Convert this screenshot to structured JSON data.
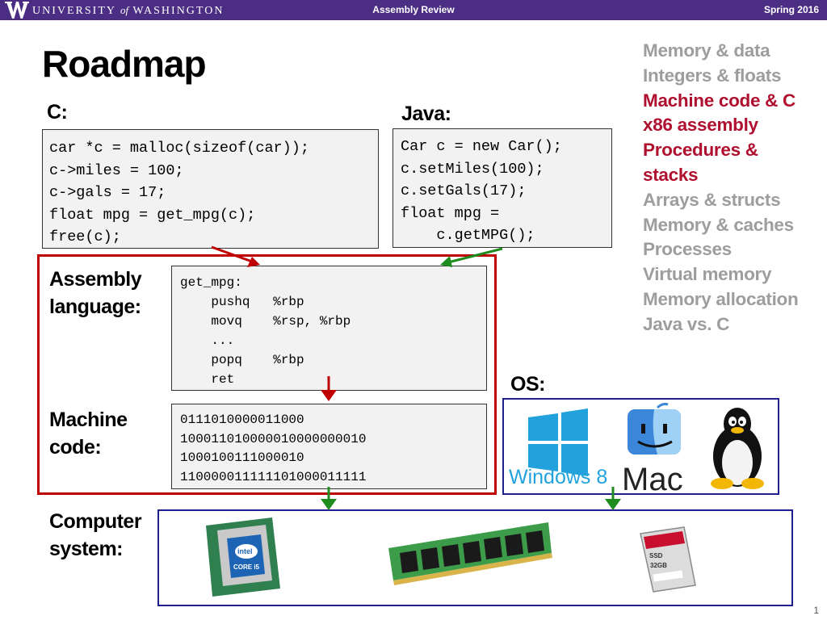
{
  "header": {
    "university_main": "UNIVERSITY",
    "university_of": "of",
    "university_last": "WASHINGTON",
    "course": "Assembly Review",
    "term": "Spring 2016"
  },
  "title": "Roadmap",
  "topics": [
    {
      "label": "Memory & data",
      "active": false
    },
    {
      "label": "Integers & floats",
      "active": false
    },
    {
      "label": "Machine code & C",
      "active": true
    },
    {
      "label": "x86 assembly",
      "active": true
    },
    {
      "label": "Procedures &",
      "active": true
    },
    {
      "label": "stacks",
      "active": true
    },
    {
      "label": "Arrays & structs",
      "active": false
    },
    {
      "label": "Memory & caches",
      "active": false
    },
    {
      "label": "Processes",
      "active": false
    },
    {
      "label": "Virtual memory",
      "active": false
    },
    {
      "label": "Memory allocation",
      "active": false
    },
    {
      "label": "Java vs. C",
      "active": false
    }
  ],
  "labels": {
    "c": "C:",
    "java": "Java:",
    "assembly_1": "Assembly",
    "assembly_2": "language:",
    "machine_1": "Machine",
    "machine_2": "code:",
    "os": "OS:",
    "computer_1": "Computer",
    "computer_2": "system:"
  },
  "code": {
    "c": [
      "car *c = malloc(sizeof(car));",
      "c->miles = 100;",
      "c->gals = 17;",
      "float mpg = get_mpg(c);",
      "free(c);"
    ],
    "java": [
      "Car c = new Car();",
      "c.setMiles(100);",
      "c.setGals(17);",
      "float mpg =",
      "    c.getMPG();"
    ],
    "assembly": [
      "get_mpg:",
      "    pushq   %rbp",
      "    movq    %rsp, %rbp",
      "    ...",
      "    popq    %rbp",
      "    ret"
    ],
    "machine": [
      "0111010000011000",
      "100011010000010000000010",
      "1000100111000010",
      "110000011111101000011111"
    ]
  },
  "os": {
    "windows": "Windows 8",
    "mac": "Mac"
  },
  "hardware": {
    "cpu_brand": "intel",
    "cpu_model": "CORE i5",
    "ssd_label": "SSD",
    "ssd_capacity": "32GB"
  },
  "page_number": "1",
  "colors": {
    "header_purple": "#4b2e83",
    "active_topic": "#b0102f",
    "inactive_topic": "#9d9d9d",
    "frame_red": "#c00000",
    "arrow_green": "#1e8c1e",
    "box_blue": "#1f1f8c"
  }
}
